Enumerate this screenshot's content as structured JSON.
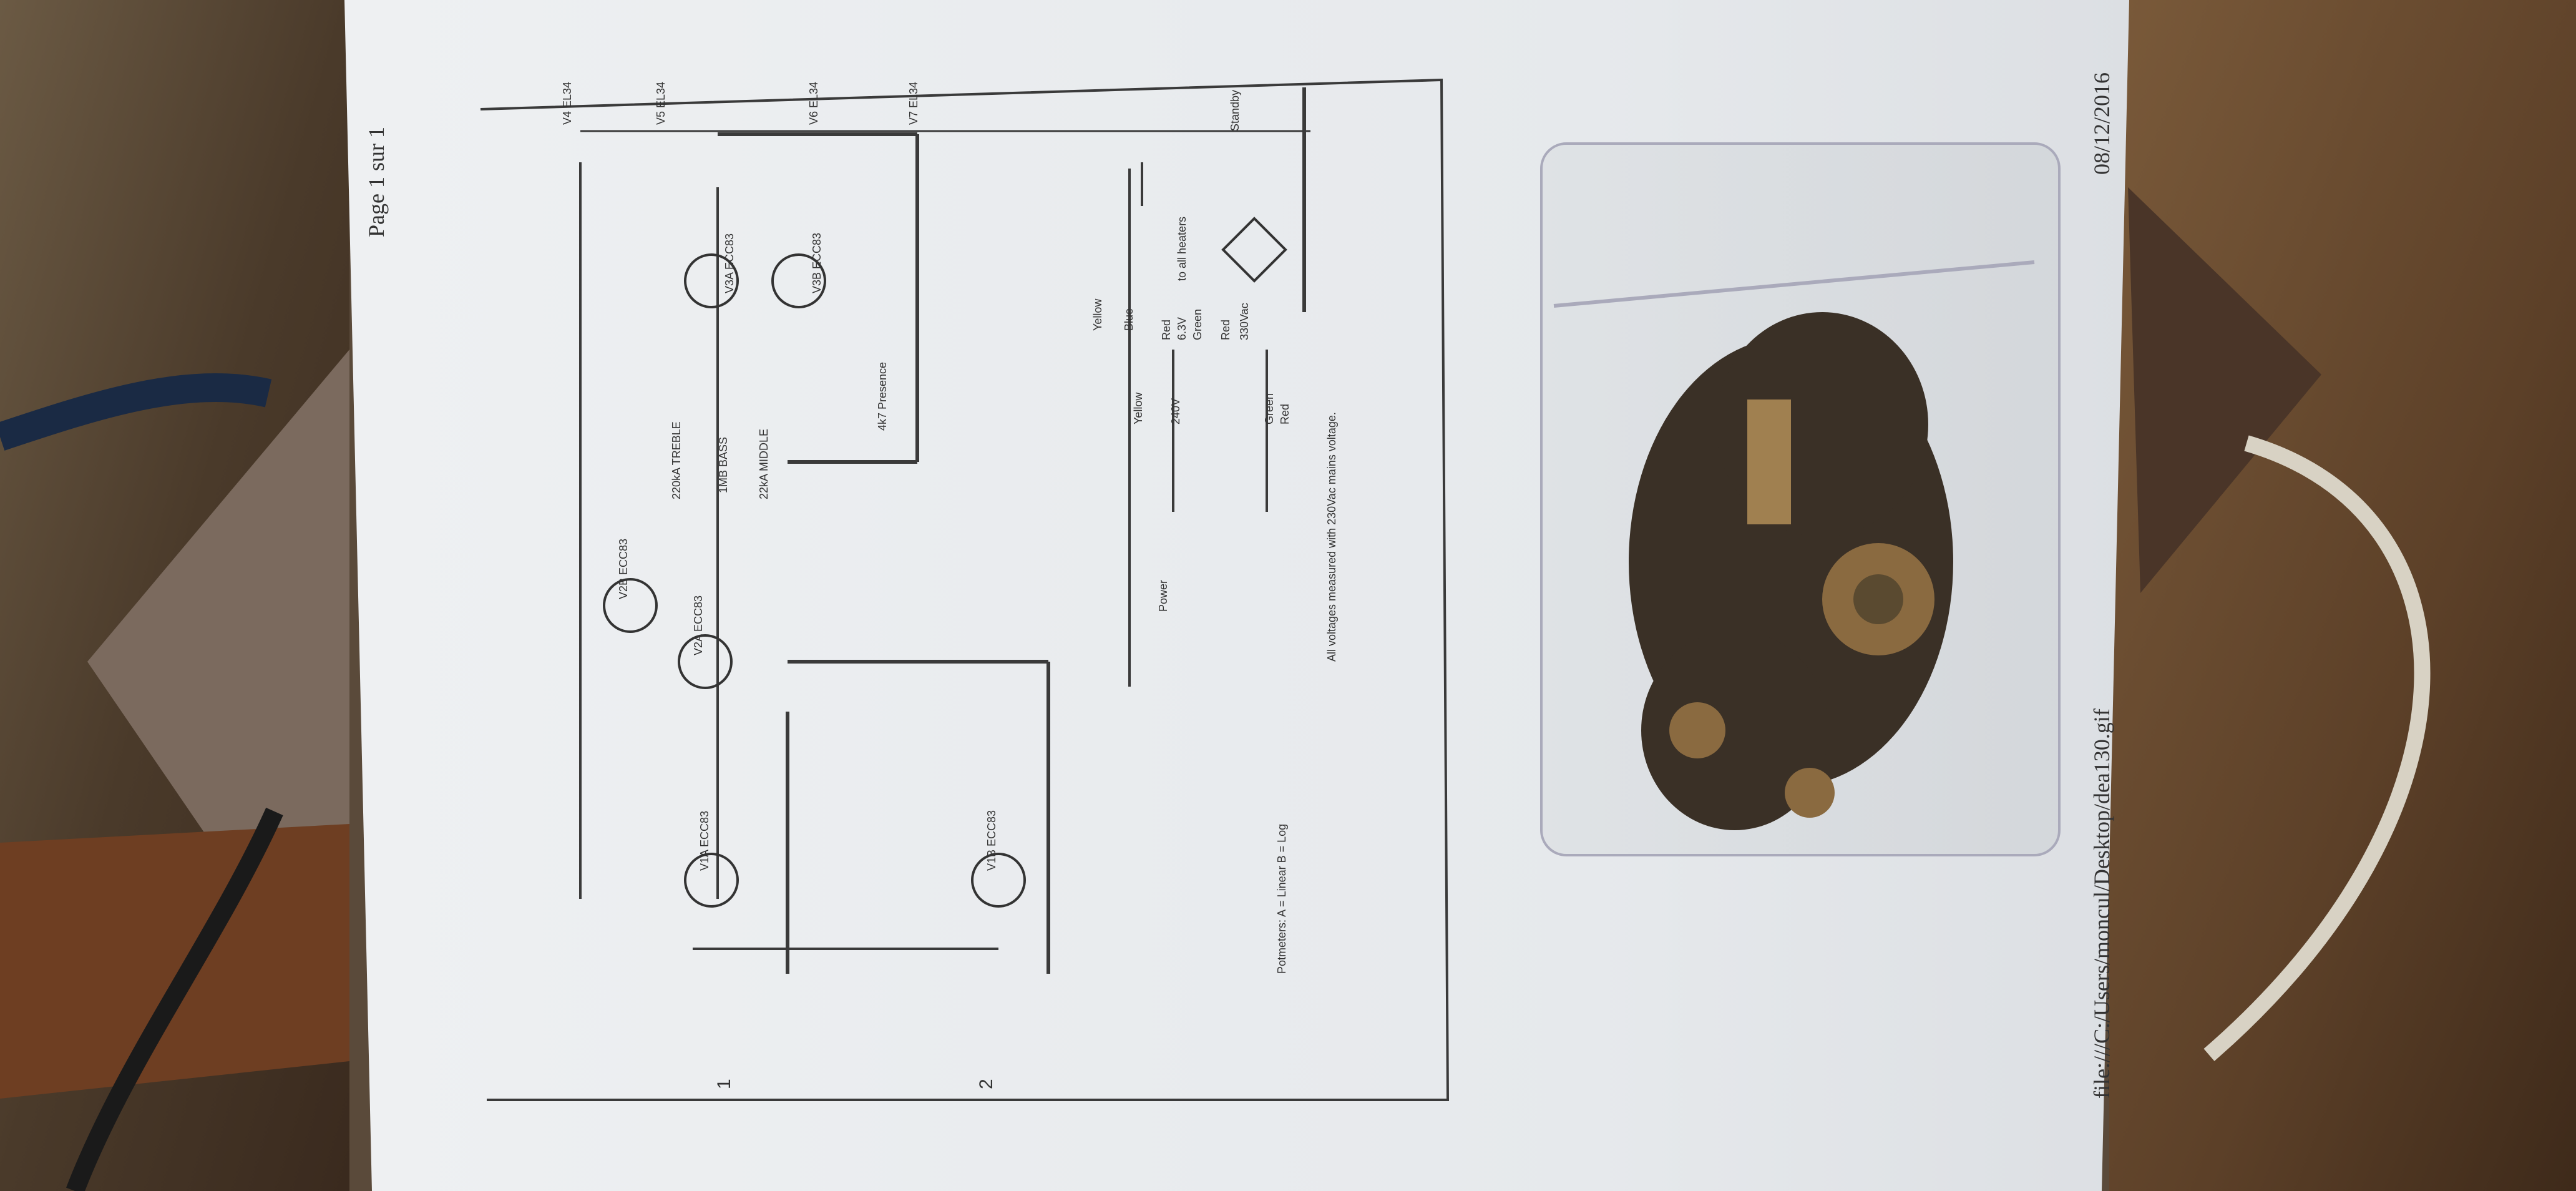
{
  "printout": {
    "page_number": "Page 1 sur 1",
    "date": "08/12/2016",
    "file_path": "file:///C:/Users/moncul/Desktop/dea130.gif"
  },
  "schematic": {
    "input_labels": [
      "1",
      "2"
    ],
    "tube_labels": [
      "V1A ECC83",
      "V1B ECC83",
      "V2A ECC83",
      "V2B ECC83",
      "V3A ECC83",
      "V3B ECC83",
      "V4 EL34",
      "V5 EL34",
      "V6 EL34",
      "V7 EL34"
    ],
    "control_labels": [
      "220kA TREBLE",
      "1MB BASS",
      "22kA MIDDLE",
      "4k7 Presence"
    ],
    "transformer_labels": [
      "Yellow",
      "Blue",
      "Red",
      "6.3V",
      "Green",
      "to all heaters",
      "330Vac",
      "Red",
      "Yellow",
      "240V",
      "Green",
      "Red"
    ],
    "switch_labels": [
      "Power",
      "Standby"
    ],
    "notes": [
      "All voltages measured with 230Vac mains voltage.",
      "Potmeters: A = Linear B = Log"
    ]
  }
}
